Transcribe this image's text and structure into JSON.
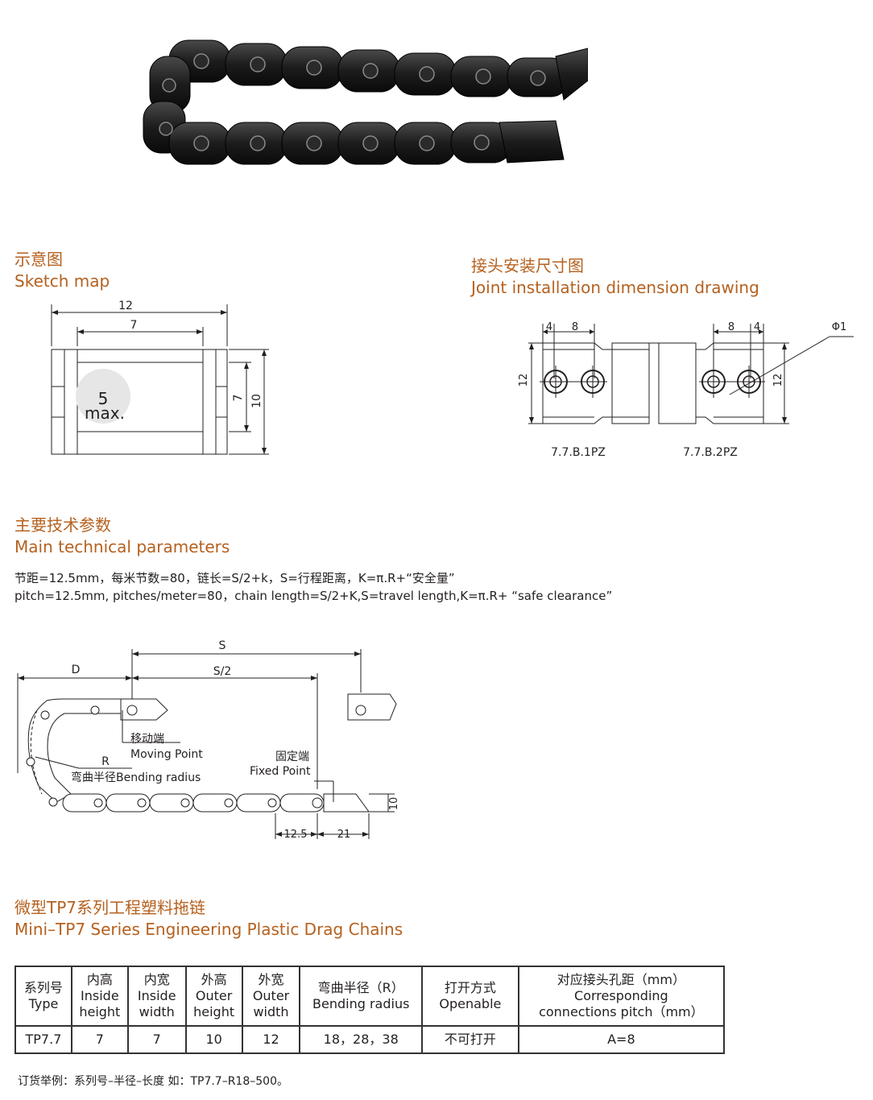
{
  "sketch": {
    "heading_cn": "示意图",
    "heading_en": "Sketch map",
    "dim_12": "12",
    "dim_7_top": "7",
    "dim_7_side": "7",
    "dim_10": "10",
    "max_num": "5",
    "max_label": "max."
  },
  "joint": {
    "heading_cn": "接头安装尺寸图",
    "heading_en": "Joint installation dimension drawing",
    "dim_4_left": "4",
    "dim_8_left": "8",
    "dim_8_right": "8",
    "dim_4_right": "4",
    "dim_phi": "Φ1",
    "dim_12_left": "12",
    "dim_12_right": "12",
    "label_1pz": "7.7.B.1PZ",
    "label_2pz": "7.7.B.2PZ"
  },
  "params": {
    "heading_cn": "主要技术参数",
    "heading_en": "Main technical parameters",
    "line_cn": "节距=12.5mm，每米节数=80，链长=S/2+k，S=行程距离，K=π.R+“安全量”",
    "line_en": "pitch=12.5mm, pitches/meter=80，chain length=S/2+K,S=travel length,K=π.R+ “safe clearance”"
  },
  "layout_diagram": {
    "S": "S",
    "S2": "S/2",
    "D": "D",
    "R": "R",
    "moving_cn": "移动端",
    "moving_en": "Moving Point",
    "bending_label": "弯曲半径Bending radius",
    "fixed_cn": "固定端",
    "fixed_en": "Fixed Point",
    "dim_10": "10",
    "dim_12_5": "12.5",
    "dim_21": "21"
  },
  "series": {
    "heading_cn": "微型TP7系列工程塑料拖链",
    "heading_en": "Mini–TP7 Series Engineering Plastic Drag Chains"
  },
  "table": {
    "headers": [
      {
        "cn": "系列号",
        "en1": "Type",
        "en2": ""
      },
      {
        "cn": "内高",
        "en1": "Inside",
        "en2": "height"
      },
      {
        "cn": "内宽",
        "en1": "Inside",
        "en2": "width"
      },
      {
        "cn": "外高",
        "en1": "Outer",
        "en2": "height"
      },
      {
        "cn": "外宽",
        "en1": "Outer",
        "en2": "width"
      },
      {
        "cn": "弯曲半径（R）",
        "en1": "Bending radius",
        "en2": ""
      },
      {
        "cn": "打开方式",
        "en1": "Openable",
        "en2": ""
      },
      {
        "cn": "对应接头孔距（mm）",
        "en1": "Corresponding",
        "en2": "connections pitch（mm）"
      }
    ],
    "row": [
      "TP7.7",
      "7",
      "7",
      "10",
      "12",
      "18，28，38",
      "不可打开",
      "A=8"
    ]
  },
  "note": "订货举例：系列号–半径–长度 如：TP7.7–R18–500。"
}
